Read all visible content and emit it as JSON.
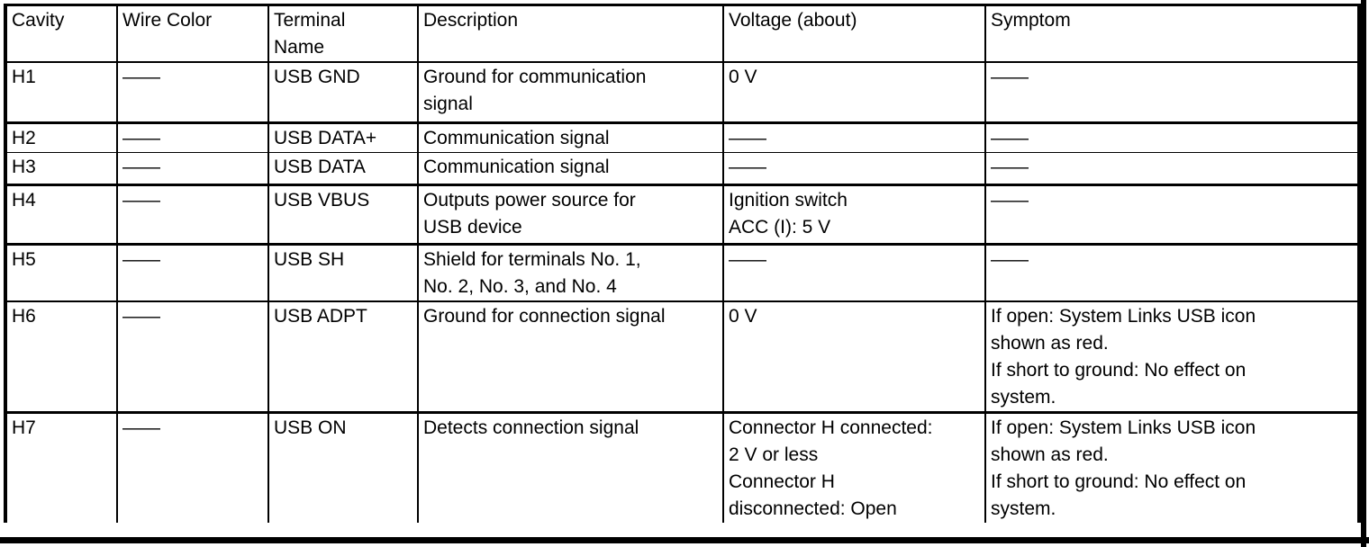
{
  "table": {
    "columns": {
      "cavity": "Cavity",
      "wire_color": "Wire Color",
      "terminal_name": "Terminal\nName",
      "description": "Description",
      "voltage": "Voltage (about)",
      "symptom": "Symptom"
    },
    "rows": [
      {
        "cavity": "H1",
        "wire_color": "——",
        "terminal_name": "USB GND",
        "description": "Ground for communication\nsignal",
        "voltage": "0 V",
        "symptom": "——"
      },
      {
        "cavity": "H2",
        "wire_color": "——",
        "terminal_name": "USB DATA+",
        "description": "Communication signal",
        "voltage": "——",
        "symptom": "——"
      },
      {
        "cavity": "H3",
        "wire_color": "——",
        "terminal_name": "USB DATA",
        "description": "Communication signal",
        "voltage": "——",
        "symptom": "——"
      },
      {
        "cavity": "H4",
        "wire_color": "——",
        "terminal_name": "USB VBUS",
        "description": "Outputs power source for\nUSB device",
        "voltage": "Ignition switch\nACC (I): 5 V",
        "symptom": "——"
      },
      {
        "cavity": "H5",
        "wire_color": "——",
        "terminal_name": "USB SH",
        "description": "Shield for terminals No. 1,\nNo. 2, No. 3, and No. 4",
        "voltage": "——",
        "symptom": "——"
      },
      {
        "cavity": "H6",
        "wire_color": "——",
        "terminal_name": "USB ADPT",
        "description": "Ground for connection signal",
        "voltage": "0 V",
        "symptom": "If open: System Links USB icon\nshown as red.\nIf short to ground: No effect on\nsystem."
      },
      {
        "cavity": "H7",
        "wire_color": "——",
        "terminal_name": "USB ON",
        "description": "Detects connection signal",
        "voltage": "Connector H connected:\n2 V or less\nConnector H\ndisconnected: Open",
        "symptom": "If open: System Links USB icon\nshown as red.\nIf short to ground: No effect on\nsystem."
      }
    ],
    "colors": {
      "border": "#000000",
      "background": "#ffffff",
      "text": "#000000"
    }
  }
}
